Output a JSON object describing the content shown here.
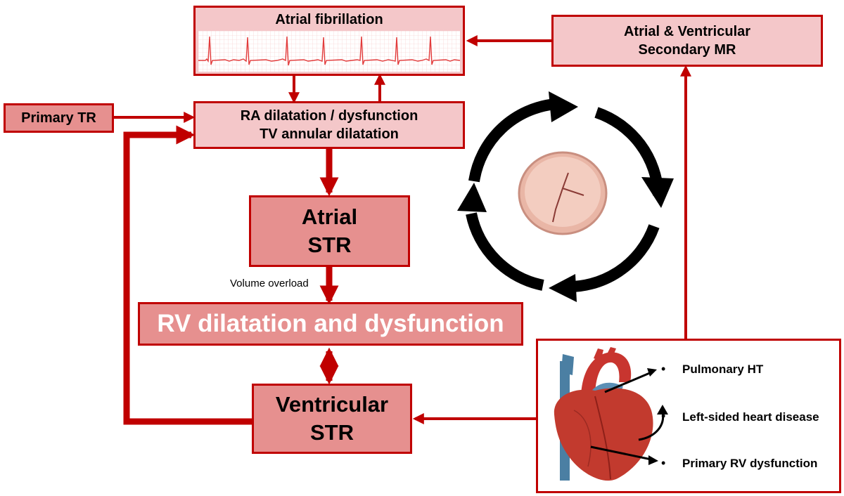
{
  "nodes": {
    "atrial_fibrillation": "Atrial fibrillation",
    "secondary_mr_line1": "Atrial & Ventricular",
    "secondary_mr_line2": "Secondary MR",
    "primary_tr": "Primary TR",
    "ra_line1": "RA dilatation / dysfunction",
    "ra_line2": "TV annular dilatation",
    "atrial_str_line1": "Atrial",
    "atrial_str_line2": "STR",
    "rv_dysfunction": "RV dilatation and dysfunction",
    "ventricular_str_line1": "Ventricular",
    "ventricular_str_line2": "STR"
  },
  "edge_labels": {
    "volume_overload": "Volume overload"
  },
  "causes": [
    "Pulmonary HT",
    "Left-sided heart disease",
    "Primary RV dysfunction"
  ],
  "bullet_glyph": "•",
  "colors": {
    "arrow_red": "#c00000",
    "light_fill": "#f4c7c9",
    "mid_fill": "#e6908f",
    "cycle_arrows": "#000000"
  },
  "icons": [
    "ecg-trace-icon",
    "tricuspid-valve-icon",
    "heart-illustration-icon",
    "circular-cycle-arrows-icon"
  ]
}
